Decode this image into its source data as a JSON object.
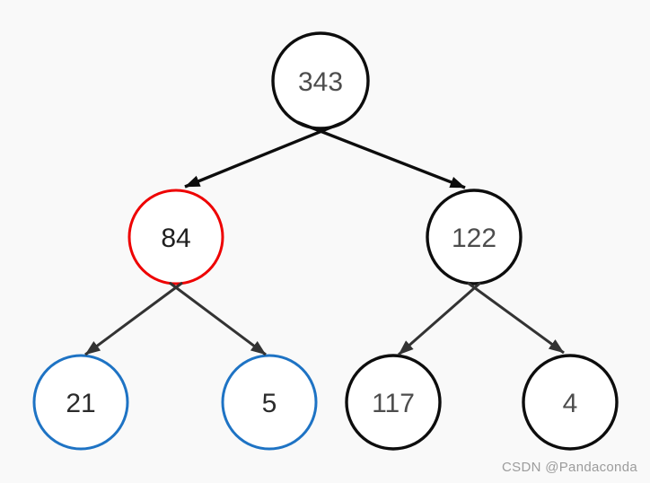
{
  "canvas": {
    "background": "#f9f9f9",
    "node_fill": "#ffffff"
  },
  "colors": {
    "node_black": "#0d0d0d",
    "node_red": "#ee0202",
    "node_blue": "#1e73c4",
    "edge_level1": "#0d0d0d",
    "edge_level2": "#333333",
    "value_gray": "#4d4d4d",
    "value_dark": "#1f1f1f"
  },
  "tree_data": {
    "type": "binary-tree",
    "root": "343",
    "levels": [
      [
        "343"
      ],
      [
        "84",
        "122"
      ],
      [
        "21",
        "5",
        "117",
        "4"
      ]
    ]
  },
  "nodes": [
    {
      "id": "343",
      "value": "343",
      "stroke": "#0d0d0d",
      "text_color": "#4d4d4d"
    },
    {
      "id": "84",
      "value": "84",
      "stroke": "#ee0202",
      "text_color": "#1f1f1f"
    },
    {
      "id": "122",
      "value": "122",
      "stroke": "#0d0d0d",
      "text_color": "#4d4d4d"
    },
    {
      "id": "21",
      "value": "21",
      "stroke": "#1e73c4",
      "text_color": "#2b2b2b"
    },
    {
      "id": "5",
      "value": "5",
      "stroke": "#1e73c4",
      "text_color": "#2b2b2b"
    },
    {
      "id": "117",
      "value": "117",
      "stroke": "#0d0d0d",
      "text_color": "#4d4d4d"
    },
    {
      "id": "4",
      "value": "4",
      "stroke": "#0d0d0d",
      "text_color": "#4d4d4d"
    }
  ],
  "edges": [
    {
      "from": "343",
      "to": "84",
      "color": "#0d0d0d"
    },
    {
      "from": "343",
      "to": "122",
      "color": "#0d0d0d"
    },
    {
      "from": "84",
      "to": "21",
      "color": "#333333"
    },
    {
      "from": "84",
      "to": "5",
      "color": "#333333"
    },
    {
      "from": "122",
      "to": "117",
      "color": "#333333"
    },
    {
      "from": "122",
      "to": "4",
      "color": "#333333"
    }
  ],
  "watermark": {
    "text": "CSDN @Pandaconda",
    "color": "#9c9c9c"
  }
}
